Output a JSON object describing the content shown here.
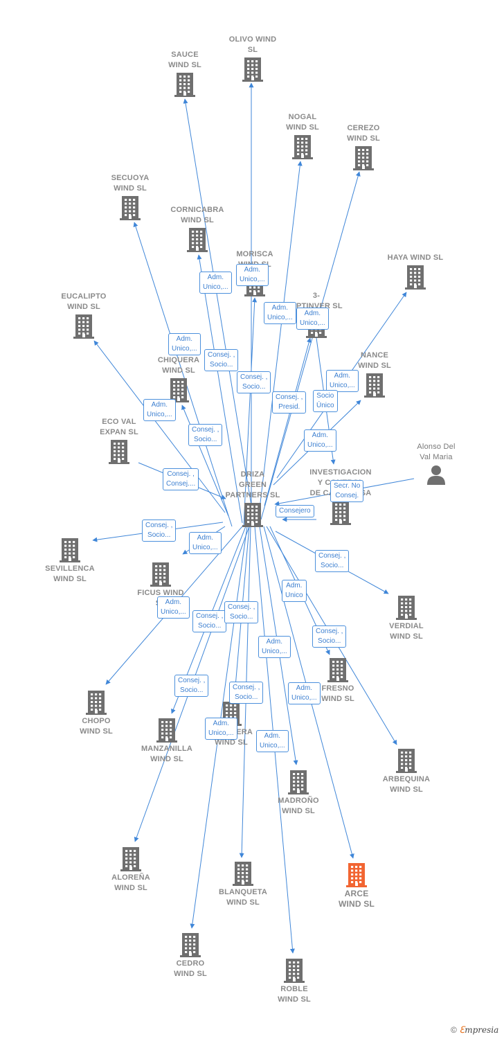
{
  "colors": {
    "edge": "#3f86d8",
    "node_icon": "#6f6f6f",
    "focus_icon": "#f26532",
    "label_border": "#4a8fdc",
    "label_text": "#3c7fd0"
  },
  "nodes": [
    {
      "id": "olivo",
      "name": "OLIVO WIND\nSL",
      "type": "company"
    },
    {
      "id": "sauce",
      "name": "SAUCE\nWIND  SL",
      "type": "company"
    },
    {
      "id": "nogal",
      "name": "NOGAL\nWIND  SL",
      "type": "company"
    },
    {
      "id": "cerezo",
      "name": "CEREZO\nWIND  SL",
      "type": "company"
    },
    {
      "id": "secuoya",
      "name": "SECUOYA\nWIND  SL",
      "type": "company"
    },
    {
      "id": "cornicabra",
      "name": "CORNICABRA\nWIND  SL",
      "type": "company"
    },
    {
      "id": "morisca",
      "name": "MORISCA\nWIND  SL",
      "type": "company"
    },
    {
      "id": "haya",
      "name": "HAYA WIND  SL",
      "type": "company"
    },
    {
      "id": "eucalipto",
      "name": "EUCALIPTO\nWIND  SL",
      "type": "company"
    },
    {
      "id": "optinver",
      "name": "3-\nOPTINVER SL",
      "type": "company"
    },
    {
      "id": "chiquera",
      "name": "CHIQUERA\nWIND  SL",
      "type": "company"
    },
    {
      "id": "nance",
      "name": "NANCE\nWIND  SL",
      "type": "company"
    },
    {
      "id": "ecoval",
      "name": "ECO VAL\nEXPAN  SL",
      "type": "company"
    },
    {
      "id": "alonso",
      "name": "Alonso Del\nVal Maria",
      "type": "person"
    },
    {
      "id": "investigacion",
      "name": "INVESTIGACION\nY CONTROL\nDE CALIDAD SA",
      "type": "company"
    },
    {
      "id": "driza",
      "name": "DRIZA\nGREEN\nPARTNERS  SL",
      "type": "company"
    },
    {
      "id": "sevillenca",
      "name": "SEVILLENCA\nWIND  SL",
      "type": "company"
    },
    {
      "id": "ficus",
      "name": "FICUS WIND\nSL",
      "type": "company"
    },
    {
      "id": "verdial",
      "name": "VERDIAL\nWIND  SL",
      "type": "company"
    },
    {
      "id": "fresno",
      "name": "FRESNO\nWIND  SL",
      "type": "company"
    },
    {
      "id": "chopo",
      "name": "CHOPO\nWIND  SL",
      "type": "company"
    },
    {
      "id": "manzanilla",
      "name": "MANZANILLA\nWIND  SL",
      "type": "company"
    },
    {
      "id": "mimbrera",
      "name": "MIMBRERA\nWIND  SL",
      "type": "company"
    },
    {
      "id": "arbequina",
      "name": "ARBEQUINA\nWIND  SL",
      "type": "company"
    },
    {
      "id": "madrono",
      "name": "MADROÑO\nWIND  SL",
      "type": "company"
    },
    {
      "id": "alorena",
      "name": "ALOREÑA\nWIND  SL",
      "type": "company"
    },
    {
      "id": "blanqueta",
      "name": "BLANQUETA\nWIND  SL",
      "type": "company"
    },
    {
      "id": "arce",
      "name": "ARCE\nWIND  SL",
      "type": "focus"
    },
    {
      "id": "cedro",
      "name": "CEDRO\nWIND  SL",
      "type": "company"
    },
    {
      "id": "roble",
      "name": "ROBLE\nWIND  SL",
      "type": "company"
    }
  ],
  "edges": [
    {
      "from": "driza",
      "to": "olivo",
      "label": "Adm.\nUnico,..."
    },
    {
      "from": "driza",
      "to": "sauce",
      "label": "Adm.\nUnico,..."
    },
    {
      "from": "driza",
      "to": "nogal",
      "label": "Adm.\nUnico,..."
    },
    {
      "from": "driza",
      "to": "cerezo",
      "label": "Adm.\nUnico,..."
    },
    {
      "from": "driza",
      "to": "secuoya",
      "label": "Adm.\nUnico,..."
    },
    {
      "from": "driza",
      "to": "cornicabra",
      "label": "Consej. ,\nSocio..."
    },
    {
      "from": "driza",
      "to": "morisca",
      "label": "Consej. ,\nSocio..."
    },
    {
      "from": "driza",
      "to": "haya",
      "label": "Adm.\nUnico,..."
    },
    {
      "from": "driza",
      "to": "eucalipto",
      "label": "Adm.\nUnico,..."
    },
    {
      "from": "driza",
      "to": "optinver",
      "label": "Consej. ,\nPresid."
    },
    {
      "from": "driza",
      "to": "chiquera",
      "label": "Consej. ,\nSocio..."
    },
    {
      "from": "driza",
      "to": "nance",
      "label": "Adm.\nUnico,..."
    },
    {
      "from": "optinver",
      "to": "investigacion",
      "label": "Socio\nÚnico"
    },
    {
      "from": "ecoval",
      "to": "driza",
      "label": "Consej. ,\nConsej...."
    },
    {
      "from": "alonso",
      "to": "driza",
      "label": "Secr.  No\nConsej."
    },
    {
      "from": "investigacion",
      "to": "driza",
      "label": "Consejero"
    },
    {
      "from": "driza",
      "to": "sevillenca",
      "label": "Consej. ,\nSocio..."
    },
    {
      "from": "driza",
      "to": "ficus",
      "label": "Adm.\nUnico,..."
    },
    {
      "from": "driza",
      "to": "verdial",
      "label": "Consej. ,\nSocio..."
    },
    {
      "from": "driza",
      "to": "fresno",
      "label": "Adm.\nUnico"
    },
    {
      "from": "driza",
      "to": "chopo",
      "label": "Adm.\nUnico,..."
    },
    {
      "from": "driza",
      "to": "manzanilla",
      "label": "Consej. ,\nSocio..."
    },
    {
      "from": "driza",
      "to": "mimbrera",
      "label": "Consej. ,\nSocio..."
    },
    {
      "from": "driza",
      "to": "arbequina",
      "label": "Consej. ,\nSocio..."
    },
    {
      "from": "driza",
      "to": "madrono",
      "label": "Adm.\nUnico,..."
    },
    {
      "from": "driza",
      "to": "alorena",
      "label": "Consej. ,\nSocio..."
    },
    {
      "from": "driza",
      "to": "blanqueta",
      "label": "Consej. ,\nSocio..."
    },
    {
      "from": "driza",
      "to": "arce",
      "label": "Adm.\nUnico,..."
    },
    {
      "from": "driza",
      "to": "cedro",
      "label": "Adm.\nUnico,..."
    },
    {
      "from": "driza",
      "to": "roble",
      "label": "Adm.\nUnico,..."
    }
  ],
  "brand": {
    "copyright": "©",
    "initial": "ℇ",
    "rest": "mpresia"
  }
}
